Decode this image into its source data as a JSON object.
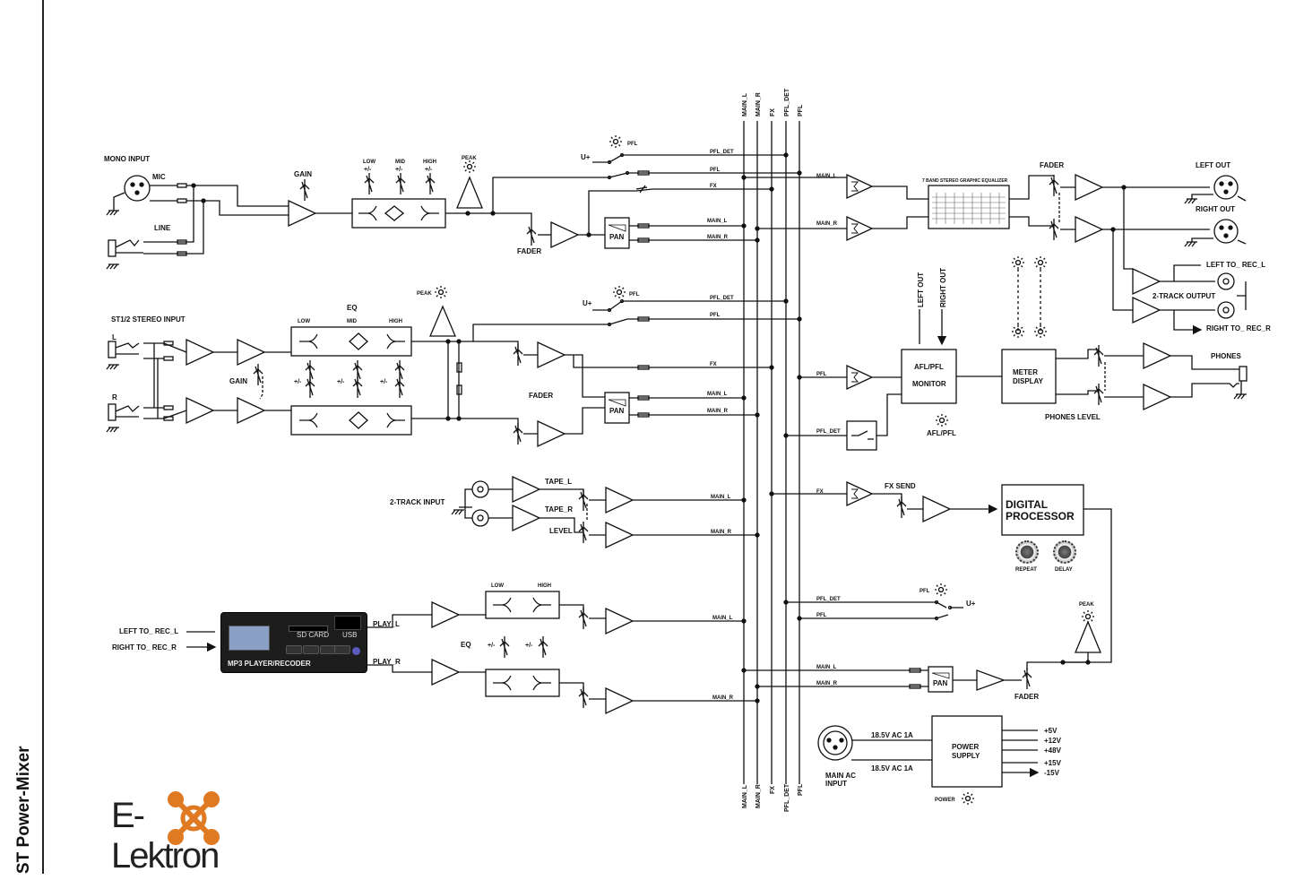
{
  "page": {
    "title": "ST Power-Mixer",
    "logo_text": "E-Lektron"
  },
  "buses": [
    "MAIN_L",
    "MAIN_R",
    "FX",
    "PFL_DET",
    "PFL"
  ],
  "mono": {
    "input": "MONO INPUT",
    "mic": "MIC",
    "line": "LINE",
    "gain": "GAIN",
    "low": "LOW",
    "mid": "MID",
    "high": "HIGH",
    "pm": "+/-",
    "peak": "PEAK",
    "fader": "FADER",
    "pan": "PAN",
    "uplus": "U+",
    "pfl": "PFL",
    "pfl_det": "PFL_DET",
    "fx": "FX",
    "main_l": "MAIN_L",
    "main_r": "MAIN_R"
  },
  "stereo": {
    "input": "ST1/2  STEREO INPUT",
    "l": "L",
    "r": "R",
    "gain": "GAIN",
    "eq": "EQ",
    "low": "LOW",
    "mid": "MID",
    "high": "HIGH",
    "pm": "+/-",
    "peak": "PEAK",
    "fader": "FADER",
    "pan": "PAN"
  },
  "tape": {
    "input": "2-TRACK INPUT",
    "tape_l": "TAPE_L",
    "tape_r": "TAPE_R",
    "level": "LEVEL"
  },
  "mp3": {
    "left_rec": "LEFT  TO_ REC_L",
    "right_rec": "RIGHT  TO_ REC_R",
    "device_title": "MP3 PLAYER/RECODER",
    "sd_card": "SD CARD",
    "usb": "USB",
    "play_l": "PLAY_L",
    "play_r": "PLAY_R",
    "low": "LOW",
    "high": "HIGH",
    "eq": "EQ",
    "pm": "+/-"
  },
  "master": {
    "geq": "7 BAND STEREO GRAPHIC EQUALIZER",
    "fader": "FADER",
    "left_out": "LEFT OUT",
    "right_out": "RIGHT OUT",
    "left_rec": "LEFT  TO_ REC_L",
    "right_rec": "RIGHT  TO_  REC_R",
    "two_track_out": "2-TRACK OUTPUT",
    "main_l": "MAIN_L",
    "main_r": "MAIN_R"
  },
  "monitor": {
    "left_out": "LEFT OUT",
    "right_out": "RIGHT OUT",
    "afl_pfl": "AFL/PFL",
    "monitor": "MONITOR",
    "afl_pfl_led": "AFL/PFL",
    "meter": "METER",
    "display": "DISPLAY",
    "phones": "PHONES",
    "phones_level": "PHONES LEVEL",
    "pfl": "PFL",
    "pfl_det": "PFL_DET"
  },
  "fx": {
    "fx": "FX",
    "fx_send": "FX SEND",
    "digital": "DIGITAL",
    "processor": "PROCESSOR",
    "repeat": "REPEAT",
    "delay": "DELAY"
  },
  "return": {
    "pfl_det": "PFL_DET",
    "pfl": "PFL",
    "pfl_led": "PFL",
    "uplus": "U+",
    "peak": "PEAK",
    "main_l": "MAIN_L",
    "main_r": "MAIN_R",
    "pan": "PAN",
    "fader": "FADER"
  },
  "power": {
    "ac1": "18.5V  AC 1A",
    "ac2": "18.5V  AC 1A",
    "main_ac": "MAIN AC",
    "input": "INPUT",
    "power": "POWER",
    "supply": "SUPPLY",
    "power_led": "POWER",
    "rails": [
      "+5V",
      "+12V",
      "+48V",
      "+15V",
      "-15V"
    ]
  }
}
